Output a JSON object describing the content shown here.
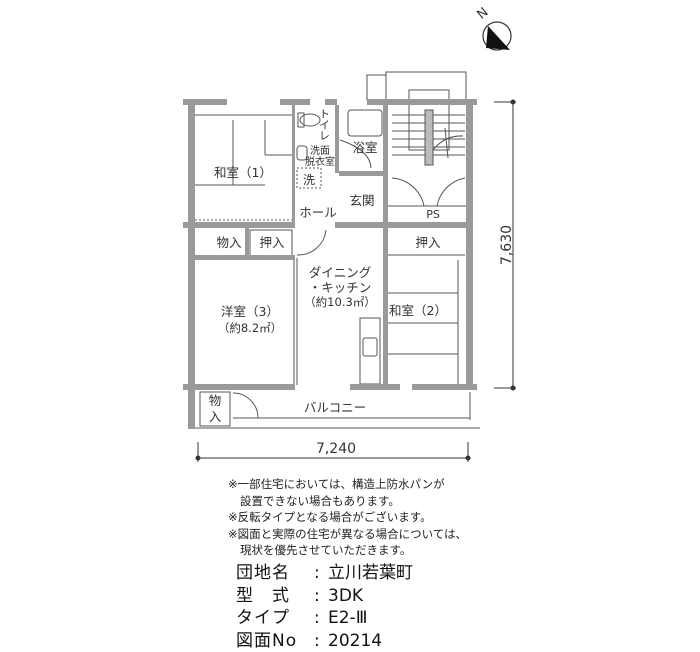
{
  "plan": {
    "rooms": {
      "washitsu1": "和室（1）",
      "toilet": "トイレ",
      "senmen1": "洗面",
      "senmen2": "脱衣室",
      "sentaku": "洗",
      "yokushitsu": "浴室",
      "genkan": "玄関",
      "hall": "ホール",
      "ps": "PS",
      "monoire1": "物入",
      "oshiire1": "押入",
      "oshiire2": "押入",
      "dk1": "ダイニング",
      "dk2": "・キッチン",
      "dk3": "（約10.3㎡）",
      "yoshitsu1": "洋室（3）",
      "yoshitsu2": "（約8.2㎡）",
      "washitsu2": "和室（2）",
      "monoire2a": "物",
      "monoire2b": "入",
      "balcony": "バルコニー"
    },
    "dim_width": "7,240",
    "dim_depth": "7,630",
    "north": "N"
  },
  "notes": [
    "※一部住宅においては、構造上防水パンが",
    "設置できない場合もあります。",
    "※反転タイプとなる場合がございます。",
    "※図面と実際の住宅が異なる場合については、",
    "現状を優先させていただきます。"
  ],
  "info": [
    {
      "label": "団地名",
      "value": "立川若葉町"
    },
    {
      "label": "型　式",
      "value": "3DK"
    },
    {
      "label": "タイプ",
      "value": "E2-Ⅲ"
    },
    {
      "label": "図面No",
      "value": "20214"
    }
  ],
  "colors": {
    "wall": "#9a9a9a",
    "line": "#555555"
  }
}
